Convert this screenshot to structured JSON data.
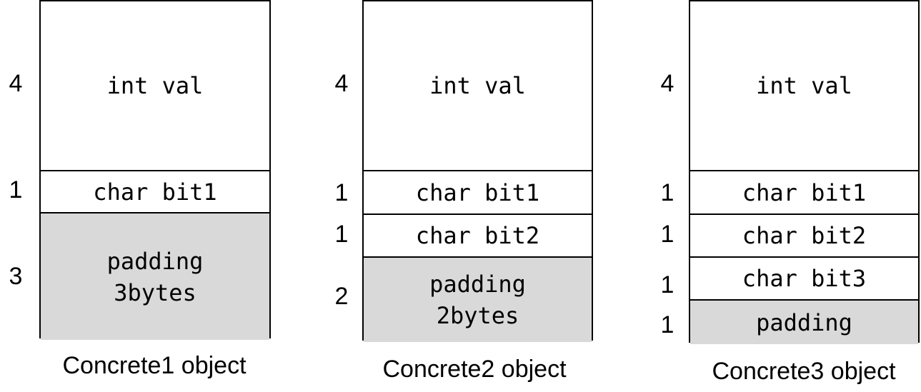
{
  "objects": [
    {
      "caption": "Concrete1 object",
      "fields": [
        {
          "label": "int val",
          "size": "4",
          "padding": false
        },
        {
          "label": "char bit1",
          "size": "1",
          "padding": false
        },
        {
          "label": "padding\n3bytes",
          "size": "3",
          "padding": true
        }
      ]
    },
    {
      "caption": "Concrete2 object",
      "fields": [
        {
          "label": "int val",
          "size": "4",
          "padding": false
        },
        {
          "label": "char bit1",
          "size": "1",
          "padding": false
        },
        {
          "label": "char bit2",
          "size": "1",
          "padding": false
        },
        {
          "label": "padding\n2bytes",
          "size": "2",
          "padding": true
        }
      ]
    },
    {
      "caption": "Concrete3 object",
      "fields": [
        {
          "label": "int val",
          "size": "4",
          "padding": false
        },
        {
          "label": "char bit1",
          "size": "1",
          "padding": false
        },
        {
          "label": "char bit2",
          "size": "1",
          "padding": false
        },
        {
          "label": "char bit3",
          "size": "1",
          "padding": false
        },
        {
          "label": "padding",
          "size": "1",
          "padding": true
        }
      ]
    }
  ],
  "colors": {
    "border": "#000000",
    "padding_fill": "#d9d9d9",
    "background": "#ffffff"
  }
}
